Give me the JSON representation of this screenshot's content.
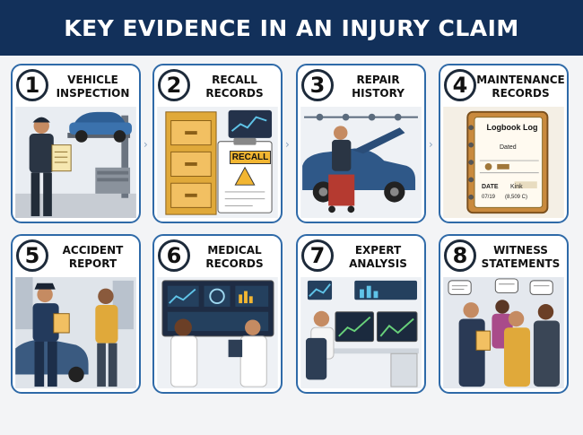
{
  "header": {
    "title": "KEY EVIDENCE IN AN INJURY CLAIM"
  },
  "cards": [
    {
      "number": "1",
      "line1": "VEHICLE",
      "line2": "INSPECTION",
      "icon": "mechanic-inspecting-car-icon"
    },
    {
      "number": "2",
      "line1": "RECALL",
      "line2": "RECORDS",
      "icon": "recall-document-icon",
      "badge": "RECALL"
    },
    {
      "number": "3",
      "line1": "REPAIR",
      "line2": "HISTORY",
      "icon": "repair-car-icon"
    },
    {
      "number": "4",
      "line1": "MAINTENANCE",
      "line2": "RECORDS",
      "icon": "logbook-icon",
      "book_title": "Logbook Log",
      "book_dated": "Dated",
      "book_date": "DATE",
      "book_kink": "Kink",
      "book_row_date": "07/19",
      "book_row_value": "(8,509 C)"
    },
    {
      "number": "5",
      "line1": "ACCIDENT",
      "line2": "REPORT",
      "icon": "police-officer-icon"
    },
    {
      "number": "6",
      "line1": "MEDICAL",
      "line2": "RECORDS",
      "icon": "doctor-icon"
    },
    {
      "number": "7",
      "line1": "EXPERT",
      "line2": "ANALYSIS",
      "icon": "analyst-workstation-icon"
    },
    {
      "number": "8",
      "line1": "WITNESS",
      "line2": "STATEMENTS",
      "icon": "witness-group-icon"
    }
  ],
  "colors": {
    "header": "#12305a",
    "card_border": "#2f6aa8",
    "accent_yellow": "#f2b632"
  }
}
